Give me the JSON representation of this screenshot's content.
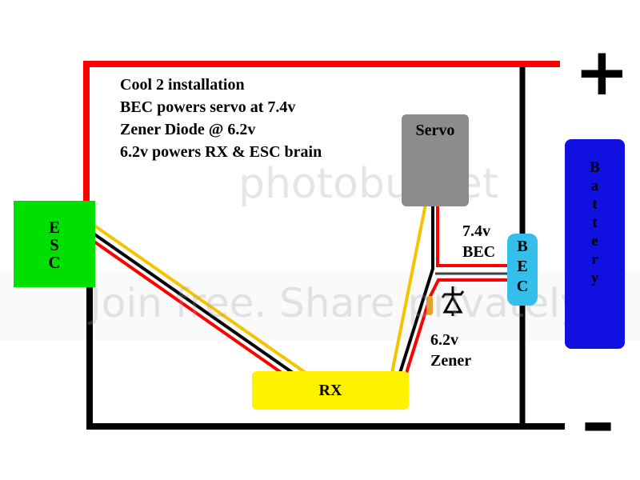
{
  "title_lines": [
    "Cool 2 installation",
    "BEC powers servo at 7.4v",
    "Zener Diode @ 6.2v",
    "6.2v powers RX & ESC brain"
  ],
  "components": {
    "esc": {
      "letters": [
        "E",
        "S",
        "C"
      ]
    },
    "servo": {
      "label": "Servo"
    },
    "rx": {
      "label": "RX"
    },
    "bec": {
      "letters": [
        "B",
        "E",
        "C"
      ]
    },
    "battery": {
      "letters": [
        "B",
        "a",
        "t",
        "t",
        "e",
        "r",
        "y"
      ]
    }
  },
  "terminals": {
    "positive": "+",
    "negative": "–"
  },
  "annotations": {
    "bec_voltage": [
      "7.4v",
      "BEC"
    ],
    "zener": [
      "6.2v",
      "Zener"
    ]
  },
  "watermark": {
    "top": "photobucket",
    "bottom": "Join free. Share privately."
  },
  "colors": {
    "wire_red": "#ff0000",
    "wire_black": "#000000",
    "wire_yellow": "#f5c400",
    "esc": "#00e000",
    "servo": "#8c8c8c",
    "rx": "#fff200",
    "bec": "#33bfea",
    "battery": "#1010e0",
    "zener_body": "#f0a020"
  }
}
